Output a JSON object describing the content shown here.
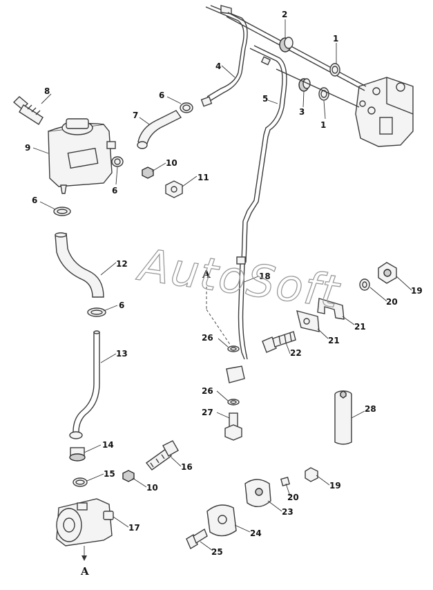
{
  "watermark": "AutoSoft",
  "section_mark": "A",
  "callouts": [
    "1",
    "2",
    "1",
    "3",
    "4",
    "5",
    "6",
    "7",
    "8",
    "9",
    "10",
    "11",
    "6",
    "6",
    "12",
    "6",
    "13",
    "14",
    "15",
    "16",
    "10",
    "17",
    "18",
    "19",
    "20",
    "21",
    "21",
    "22",
    "26",
    "26",
    "27",
    "28",
    "19",
    "20",
    "23",
    "24",
    "25"
  ],
  "colors": {
    "line": "#3a3a3a",
    "watermark": "#9a9a9a",
    "background": "#ffffff"
  }
}
